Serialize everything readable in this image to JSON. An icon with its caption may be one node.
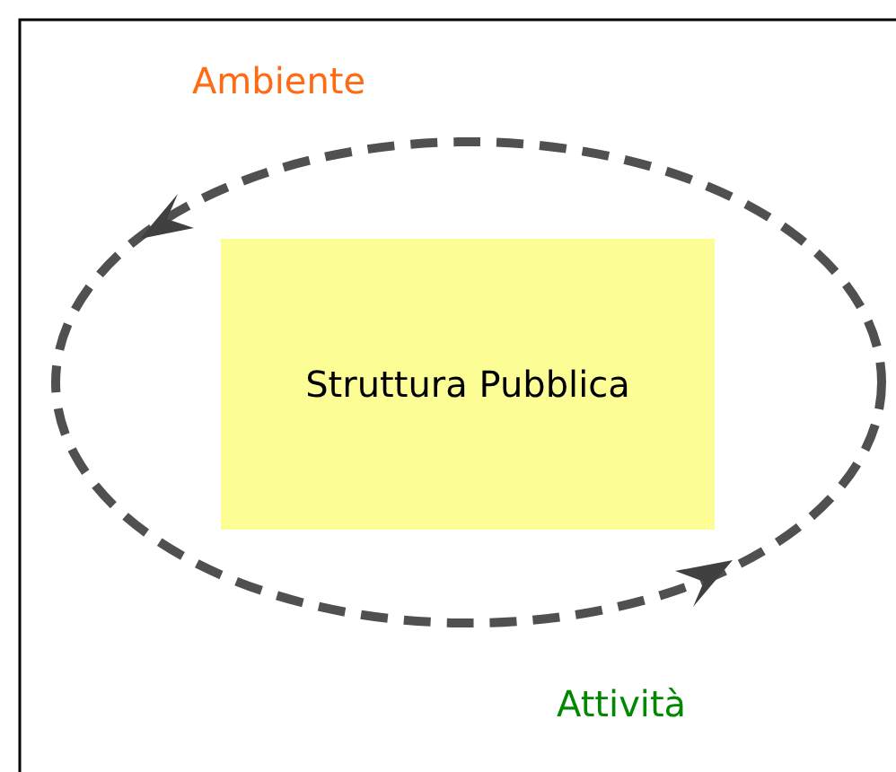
{
  "diagram": {
    "nodes": [
      {
        "text": [
          "Struttura Pubblica"
        ]
      }
    ],
    "labels": [
      "Ambiente",
      "Attività"
    ]
  }
}
